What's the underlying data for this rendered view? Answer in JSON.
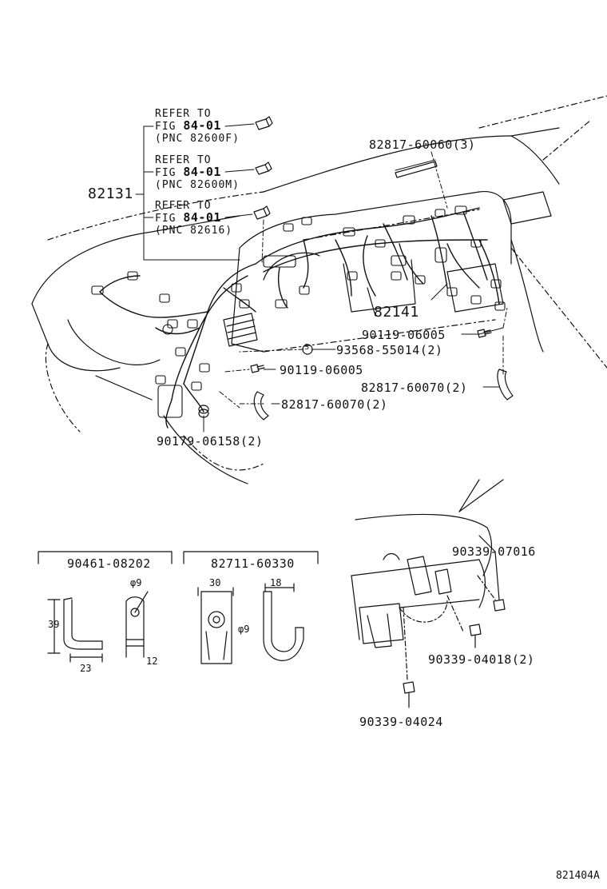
{
  "refer_blocks": [
    {
      "line1": "REFER TO",
      "fig_prefix": "FIG",
      "fig": "84-01",
      "pnc": "(PNC 82600F)"
    },
    {
      "line1": "REFER TO",
      "fig_prefix": "FIG",
      "fig": "84-01",
      "pnc": "(PNC 82600M)"
    },
    {
      "line1": "REFER TO",
      "fig_prefix": "FIG",
      "fig": "84-01",
      "pnc": "(PNC 82616)"
    }
  ],
  "parts": {
    "harness_main": "82131",
    "harness_instrument": "82141",
    "clamp_top": "82817-60060(3)",
    "bolt_right": "90119-06005",
    "s_marker": "S",
    "stud_nut": "93568-55014(2)",
    "bolt_left": "90119-06005",
    "clamp_right": "82817-60070(2)",
    "clamp_left": "82817-60070(2)",
    "grommet": "90179-06158(2)",
    "clip_top": "90339-07016",
    "clip_mid": "90339-04018(2)",
    "clip_bottom": "90339-04024"
  },
  "detail_left": {
    "part": "90461-08202",
    "dim_height": "39",
    "dim_width": "23",
    "dim_hole": "φ9",
    "dim_thick": "12"
  },
  "detail_right": {
    "part": "82711-60330",
    "dim_width": "30",
    "dim_depth": "18",
    "dim_hole": "φ9"
  },
  "illustration_code": "821404A"
}
